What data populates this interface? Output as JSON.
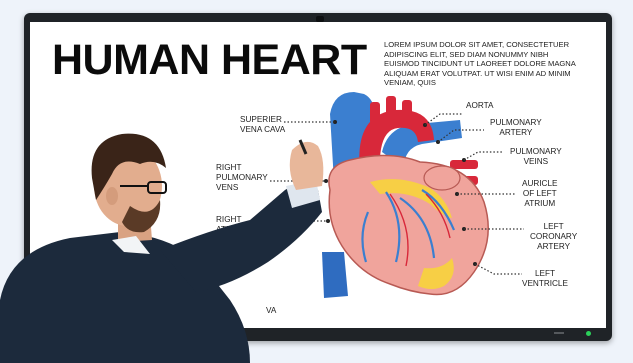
{
  "display": {
    "title": "HUMAN HEART",
    "body_text": "LOREM IPSUM DOLOR SIT AMET, CONSECTETUER ADIPISCING ELIT, SED DIAM NONUMMY NIBH EUISMOD TINCIDUNT UT LAOREET DOLORE MAGNA ALIQUAM ERAT VOLUTPAT. UT WISI ENIM AD MINIM VENIAM, QUIS"
  },
  "labels": {
    "aorta": "AORTA",
    "pulmonary_artery": [
      "PULMONARY",
      "ARTERY"
    ],
    "pulmonary_veins": [
      "PULMONARY",
      "VEINS"
    ],
    "auricle": [
      "AURICLE",
      "OF LEFT",
      "ATRIUM"
    ],
    "left_coronary": [
      "LEFT",
      "CORONARY",
      "ARTERY"
    ],
    "left_ventricle": [
      "LEFT",
      "VENTRICLE"
    ],
    "superior_vena_cava": [
      "SUPERIER",
      "VENA CAVA"
    ],
    "right_pulmonary_veins": [
      "RIGHT",
      "PULMONARY",
      "VENS"
    ],
    "right_atrium": [
      "RIGHT",
      "ATRIUM"
    ],
    "bottom_partial": "VA"
  },
  "colors": {
    "bezel": "#1f2327",
    "screen": "#ffffff",
    "artery_red": "#d8283a",
    "vein_blue": "#3b7fd0",
    "heart_pink": "#f0a49c",
    "fat_yellow": "#f7cf45",
    "suit": "#1c2a3c",
    "led": "#2bd15a"
  },
  "icons": {
    "status_led": "power-indicator-icon",
    "camera": "webcam-icon"
  }
}
